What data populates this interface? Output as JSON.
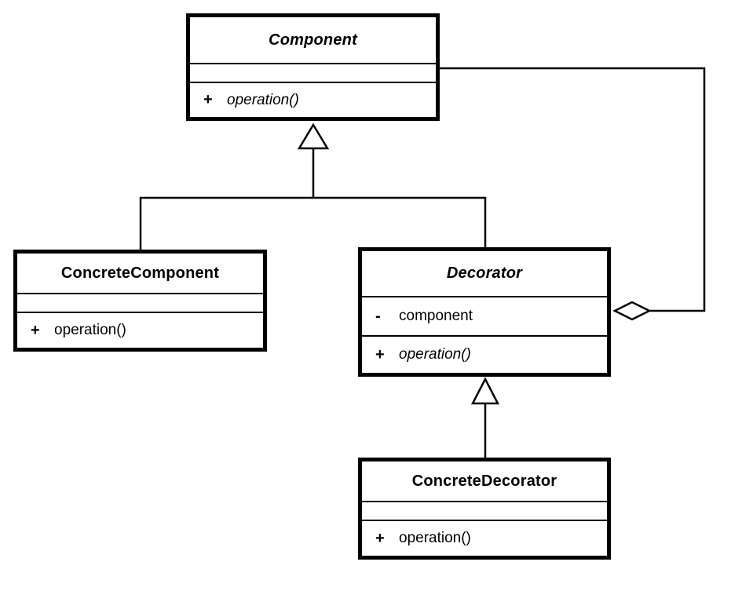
{
  "diagram_type": "UML class diagram — Decorator design pattern",
  "colors": {
    "line": "#000000",
    "background": "#ffffff",
    "box_fill": "#ffffff"
  },
  "classes": [
    {
      "name": "Component",
      "abstract": true,
      "attributes": [],
      "operations": [
        {
          "visibility": "+",
          "name": "operation()",
          "abstract": true
        }
      ]
    },
    {
      "name": "ConcreteComponent",
      "abstract": false,
      "attributes": [],
      "operations": [
        {
          "visibility": "+",
          "name": "operation()",
          "abstract": false
        }
      ]
    },
    {
      "name": "Decorator",
      "abstract": true,
      "attributes": [
        {
          "visibility": "-",
          "name": "component"
        }
      ],
      "operations": [
        {
          "visibility": "+",
          "name": "operation()",
          "abstract": true
        }
      ]
    },
    {
      "name": "ConcreteDecorator",
      "abstract": false,
      "attributes": [],
      "operations": [
        {
          "visibility": "+",
          "name": "operation()",
          "abstract": false
        }
      ]
    }
  ],
  "relationships": [
    {
      "type": "generalization",
      "from": "ConcreteComponent",
      "to": "Component"
    },
    {
      "type": "generalization",
      "from": "Decorator",
      "to": "Component"
    },
    {
      "type": "generalization",
      "from": "ConcreteDecorator",
      "to": "Decorator"
    },
    {
      "type": "aggregation",
      "owner": "Decorator",
      "part": "Component"
    }
  ]
}
